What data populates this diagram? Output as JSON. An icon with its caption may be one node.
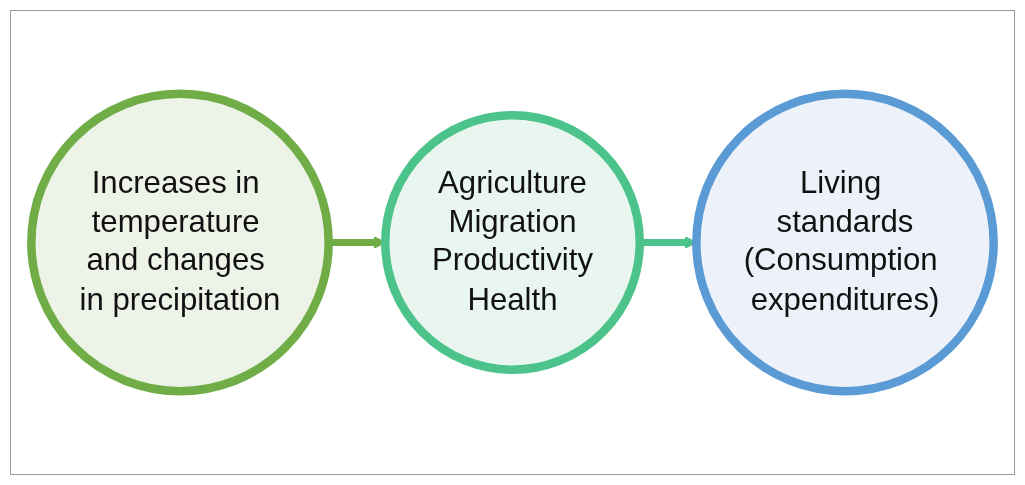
{
  "diagram": {
    "nodes": [
      {
        "text": [
          "Increases in temperature and changes in precipitation"
        ]
      },
      {
        "text": [
          "Agriculture",
          "Migration",
          "Productivity",
          "Health"
        ]
      },
      {
        "text": [
          "Living standards",
          "(Consumption expenditures)"
        ]
      }
    ],
    "edges": [
      {
        "from": 0,
        "to": 1,
        "arrow": "to",
        "color": "#70ad47"
      },
      {
        "from": 1,
        "to": 2,
        "arrow": "to",
        "color": "#4cc38a"
      }
    ]
  }
}
